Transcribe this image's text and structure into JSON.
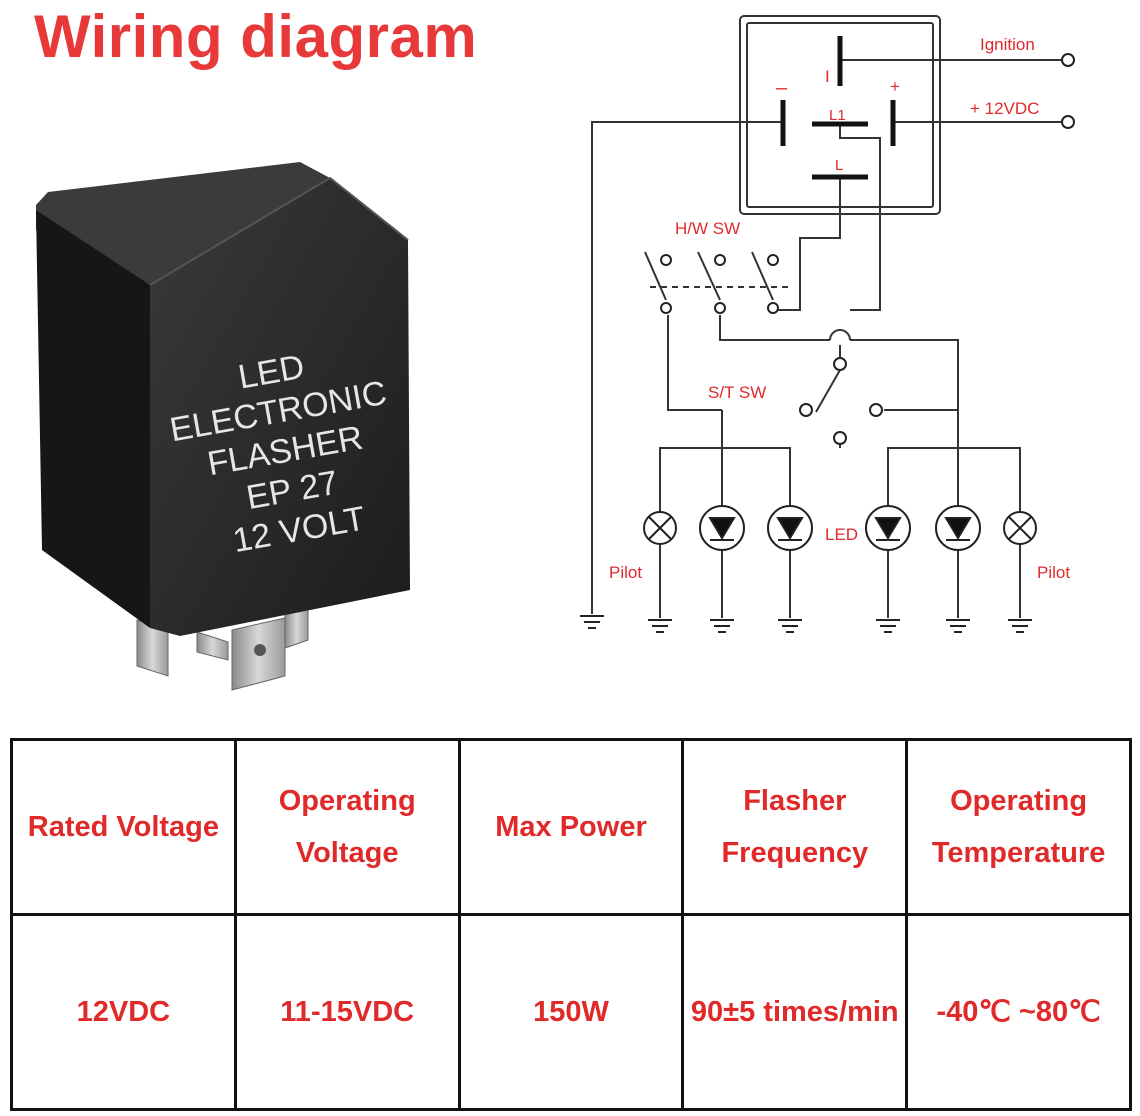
{
  "title": "Wiring diagram",
  "product": {
    "label_lines": [
      "LED",
      "ELECTRONIC",
      "FLASHER",
      "EP 27",
      "12 VOLT"
    ]
  },
  "schematic": {
    "terminals": {
      "ignition_pin": "I",
      "minus_pin": "–",
      "plus_pin": "+",
      "l1_pin": "L1",
      "l_pin": "L"
    },
    "labels": {
      "ignition": "Ignition",
      "supply": "+ 12VDC",
      "hw_switch": "H/W SW",
      "st_switch": "S/T  SW",
      "led": "LED",
      "pilot_left": "Pilot",
      "pilot_right": "Pilot"
    },
    "colors": {
      "label": "#e02a2a",
      "wire": "#333333",
      "symbol": "#111111"
    }
  },
  "specs": {
    "headers": [
      [
        "Rated Voltage"
      ],
      [
        "Operating",
        "Voltage"
      ],
      [
        "Max Power"
      ],
      [
        "Flasher",
        "Frequency"
      ],
      [
        "Operating",
        "Temperature"
      ]
    ],
    "values": [
      "12VDC",
      "11-15VDC",
      "150W",
      "90±5 times/min",
      "-40℃ ~80℃"
    ],
    "text_color": "#e02a2a"
  },
  "colors": {
    "title": "#e8393a",
    "relay_body": "#2b2b2b"
  }
}
